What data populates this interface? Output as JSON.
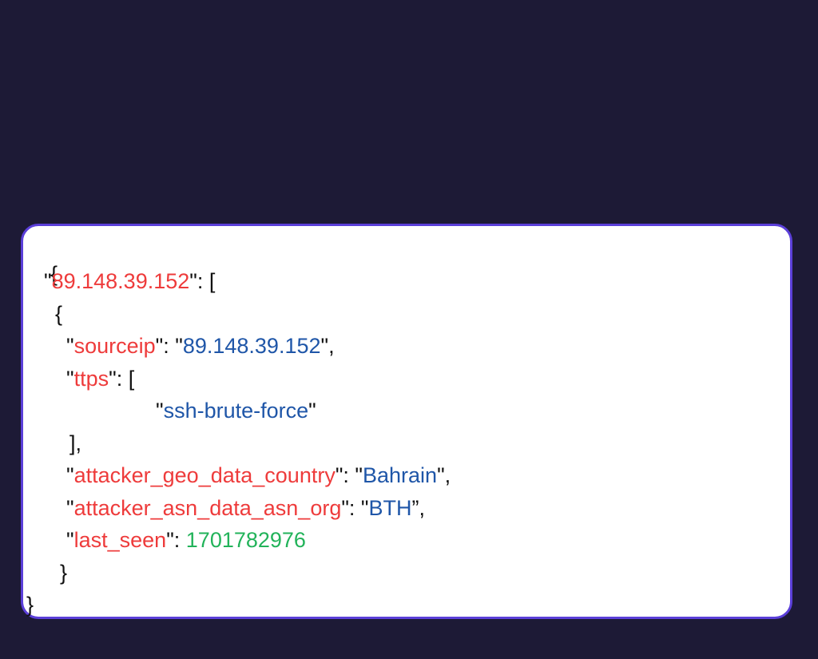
{
  "colors": {
    "background": "#1d1a36",
    "card": "#ffffff",
    "card_border": "#5b3fd9",
    "key": "#ee3b3b",
    "string": "#1f56a8",
    "number": "#22b35a",
    "punctuation": "#111111"
  },
  "json_view": {
    "open_brace": "{",
    "ip_key": "89.148.39.152",
    "open_bracket": "[",
    "inner_open_brace": "{",
    "sourceip_key": "sourceip",
    "sourceip_value": "89.148.39.152",
    "ttps_key": "ttps",
    "ttps_open_bracket": "[",
    "ttps_value": "ssh-brute-force",
    "ttps_close": "],",
    "country_key": "attacker_geo_data_country",
    "country_value": "Bahrain",
    "asn_org_key": "attacker_asn_data_asn_org",
    "asn_org_value": "BTH",
    "last_seen_key": "last_seen",
    "last_seen_value": "1701782976",
    "inner_close_brace": "}",
    "close_brace": "}"
  }
}
